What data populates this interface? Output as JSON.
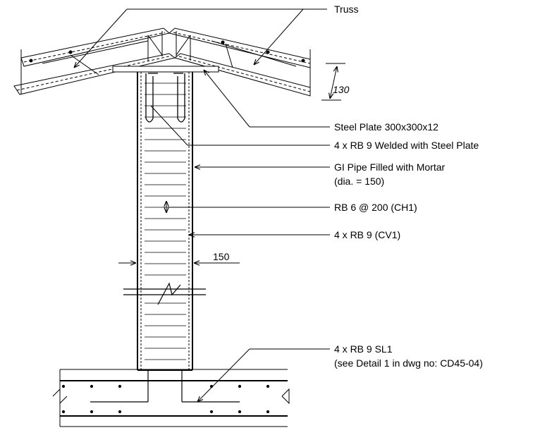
{
  "callouts": {
    "truss": "Truss",
    "steel_plate": "Steel Plate 300x300x12",
    "welded_rb": "4 x RB 9 Welded with Steel Plate",
    "gi_pipe_line1": "GI Pipe Filled with Mortar",
    "gi_pipe_line2": "(dia. = 150)",
    "ties": "RB 6 @ 200 (CH1)",
    "vertical_bars": "4 x RB 9 (CV1)",
    "starter_bars_line1": "4 x RB 9 SL1",
    "starter_bars_line2": "(see Detail 1 in dwg no: CD45-04)"
  },
  "dimensions": {
    "truss_depth": "130",
    "column_width": "150"
  }
}
